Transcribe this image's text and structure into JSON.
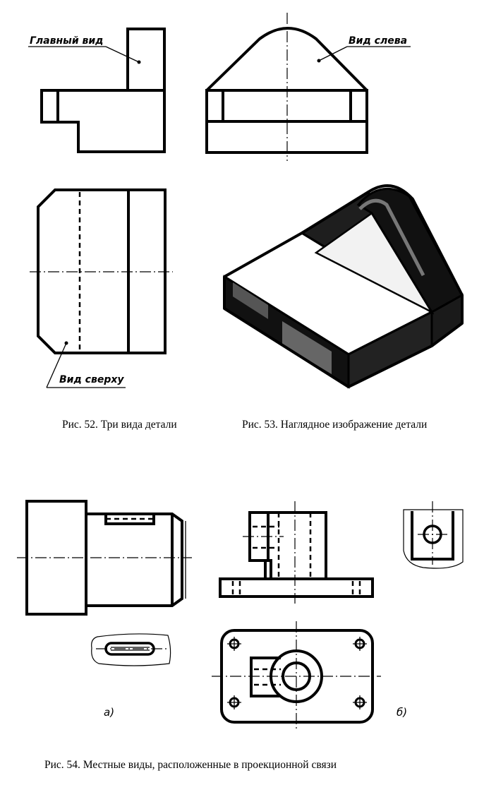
{
  "labels": {
    "front_view": "Главный вид",
    "left_view": "Вид слева",
    "top_view": "Вид сверху"
  },
  "captions": {
    "fig52": "Рис. 52. Три вида детали",
    "fig53": "Рис. 53. Наглядное изображение детали",
    "fig54": "Рис. 54. Местные виды, расположенные в проекционной связи"
  },
  "sublabels": {
    "a": "а)",
    "b": "б)"
  }
}
